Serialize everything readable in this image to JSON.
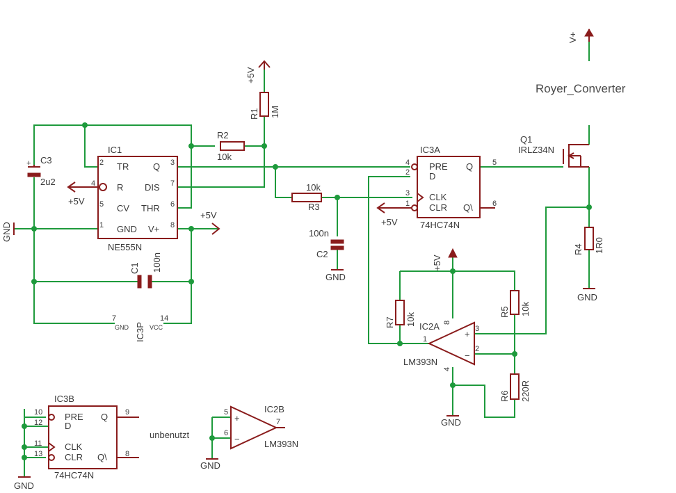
{
  "colors": {
    "wire": "#1e9a3c",
    "part": "#8a1c1c",
    "text": "#3a3a3a"
  },
  "title": "Royer_Converter",
  "vplus": "V+",
  "plus5v": "+5V",
  "gnd": "GND",
  "unbenutzt": "unbenutzt",
  "ic1": {
    "name": "IC1",
    "type": "NE555N",
    "pins": {
      "tr": "TR",
      "r": "R",
      "cv": "CV",
      "gnd": "GND",
      "q": "Q",
      "dis": "DIS",
      "thr": "THR",
      "vplus": "V+"
    },
    "nums": {
      "tr": "2",
      "r": "4",
      "cv": "5",
      "gnd": "1",
      "q": "3",
      "dis": "7",
      "thr": "6",
      "vplus": "8"
    }
  },
  "ic3a": {
    "name": "IC3A",
    "type": "74HC74N",
    "pins": {
      "pre": "PRE",
      "d": "D",
      "clk": "CLK",
      "clr": "CLR",
      "q": "Q",
      "qn": "Q\\"
    },
    "nums": {
      "pre": "4",
      "d": "2",
      "clk": "3",
      "clr": "1",
      "q": "5",
      "qn": "6"
    }
  },
  "ic3b": {
    "name": "IC3B",
    "type": "74HC74N",
    "pins": {
      "pre": "PRE",
      "d": "D",
      "clk": "CLK",
      "clr": "CLR",
      "q": "Q",
      "qn": "Q\\"
    },
    "nums": {
      "pre": "10",
      "d": "12",
      "clk": "11",
      "clr": "13",
      "q": "9",
      "qn": "8"
    }
  },
  "ic3p": {
    "name": "IC3P",
    "gnd": "GND",
    "vcc": "VCC",
    "gnd_pin": "7",
    "vcc_pin": "14"
  },
  "ic2a": {
    "name": "IC2A",
    "type": "LM393N",
    "p_in": "3",
    "n_in": "2",
    "out": "1",
    "vplus": "8",
    "gnd": "4"
  },
  "ic2b": {
    "name": "IC2B",
    "type": "LM393N",
    "p_in": "5",
    "n_in": "6",
    "out": "7"
  },
  "q1": {
    "name": "Q1",
    "type": "IRLZ34N"
  },
  "r1": {
    "name": "R1",
    "value": "1M"
  },
  "r2": {
    "name": "R2",
    "value": "10k"
  },
  "r3": {
    "name": "R3",
    "value": "10k"
  },
  "r4": {
    "name": "R4",
    "value": "1R0"
  },
  "r5": {
    "name": "R5",
    "value": "10k"
  },
  "r6": {
    "name": "R6",
    "value": "220R"
  },
  "r7": {
    "name": "R7",
    "value": "10k"
  },
  "c1": {
    "name": "C1",
    "value": "100n"
  },
  "c2": {
    "name": "C2",
    "value": "100n"
  },
  "c3": {
    "name": "C3",
    "value": "2u2"
  },
  "op_plus": "+",
  "op_minus": "−"
}
